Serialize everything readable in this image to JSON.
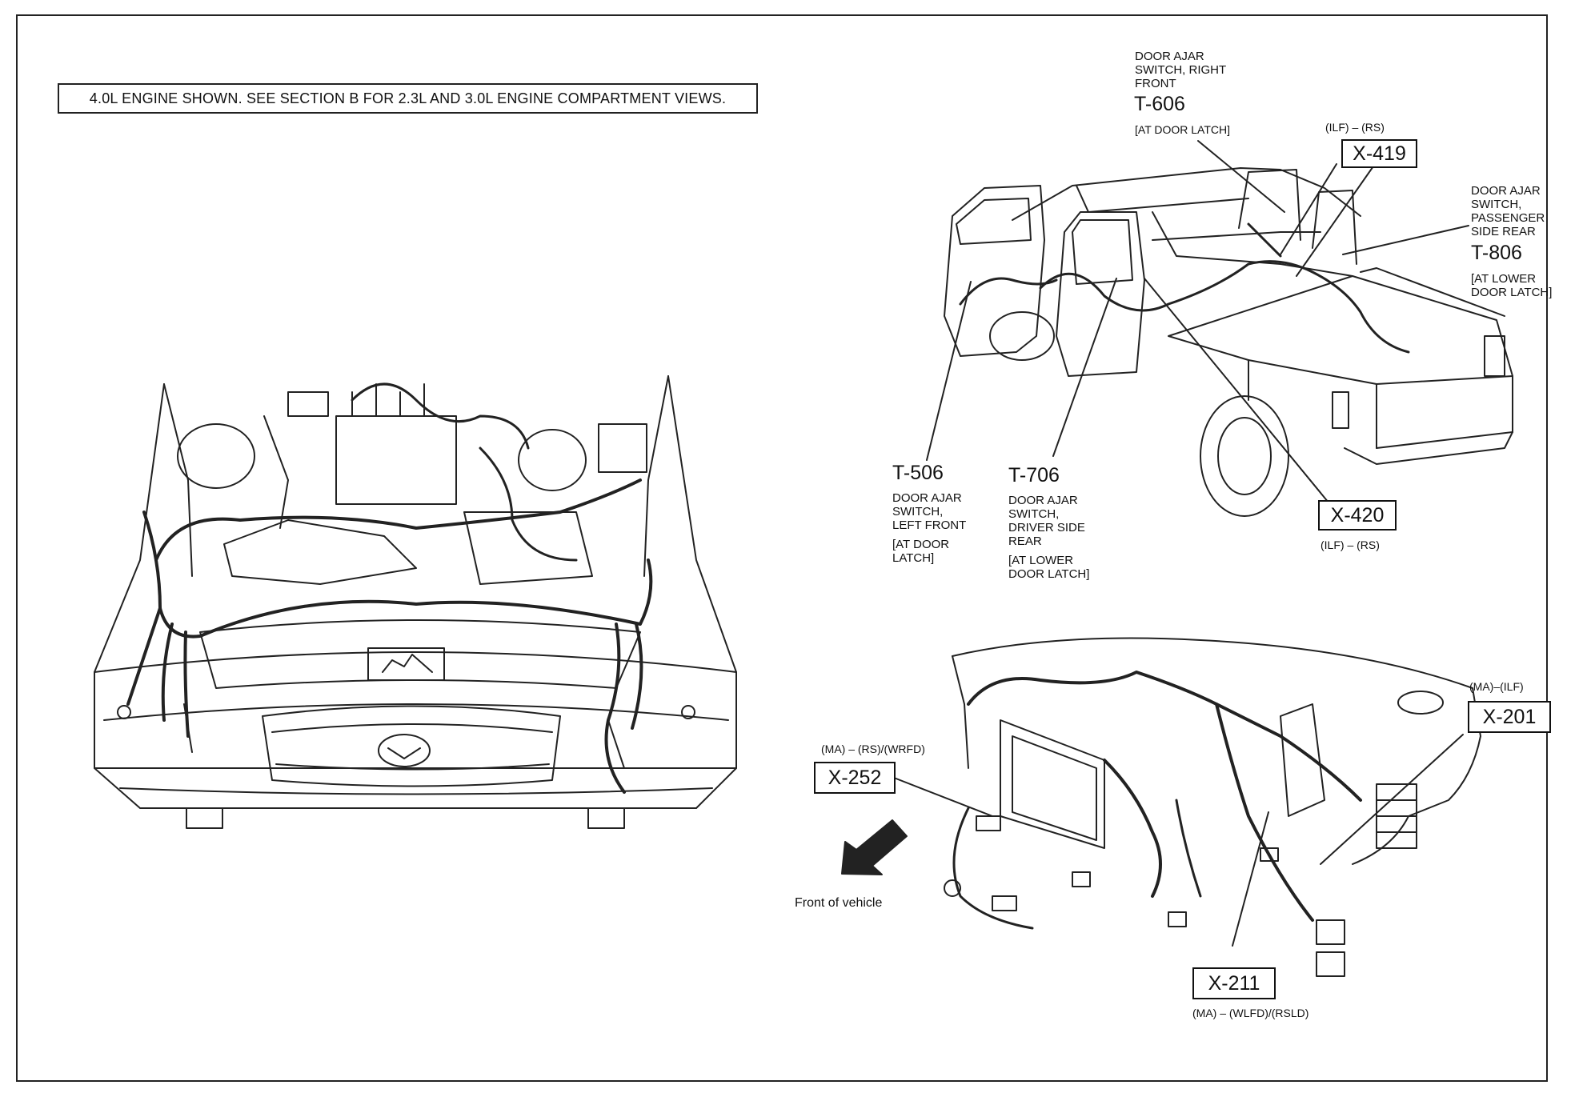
{
  "note": "4.0L ENGINE SHOWN. SEE SECTION B FOR 2.3L AND 3.0L ENGINE COMPARTMENT VIEWS.",
  "t606": {
    "desc": "DOOR AJAR\nSWITCH, RIGHT\nFRONT",
    "id": "T-606",
    "loc": "[AT DOOR LATCH]"
  },
  "x419": {
    "codes": "(ILF) – (RS)",
    "id": "X-419"
  },
  "t806": {
    "desc": "DOOR AJAR\nSWITCH,\nPASSENGER\nSIDE REAR",
    "id": "T-806",
    "loc": "[AT LOWER\nDOOR LATCH]"
  },
  "t506": {
    "id": "T-506",
    "desc": "DOOR AJAR\nSWITCH,\nLEFT FRONT",
    "loc": "[AT DOOR\nLATCH]"
  },
  "t706": {
    "id": "T-706",
    "desc": "DOOR AJAR\nSWITCH,\nDRIVER SIDE\nREAR",
    "loc": "[AT LOWER\nDOOR LATCH]"
  },
  "x420": {
    "id": "X-420",
    "codes": "(ILF) – (RS)"
  },
  "x201": {
    "codes": "(MA)–(ILF)",
    "id": "X-201"
  },
  "x252": {
    "codes": "(MA) – (RS)/(WRFD)",
    "id": "X-252"
  },
  "x211": {
    "id": "X-211",
    "codes": "(MA) – (WLFD)/(RSLD)"
  },
  "front_label": "Front of vehicle"
}
